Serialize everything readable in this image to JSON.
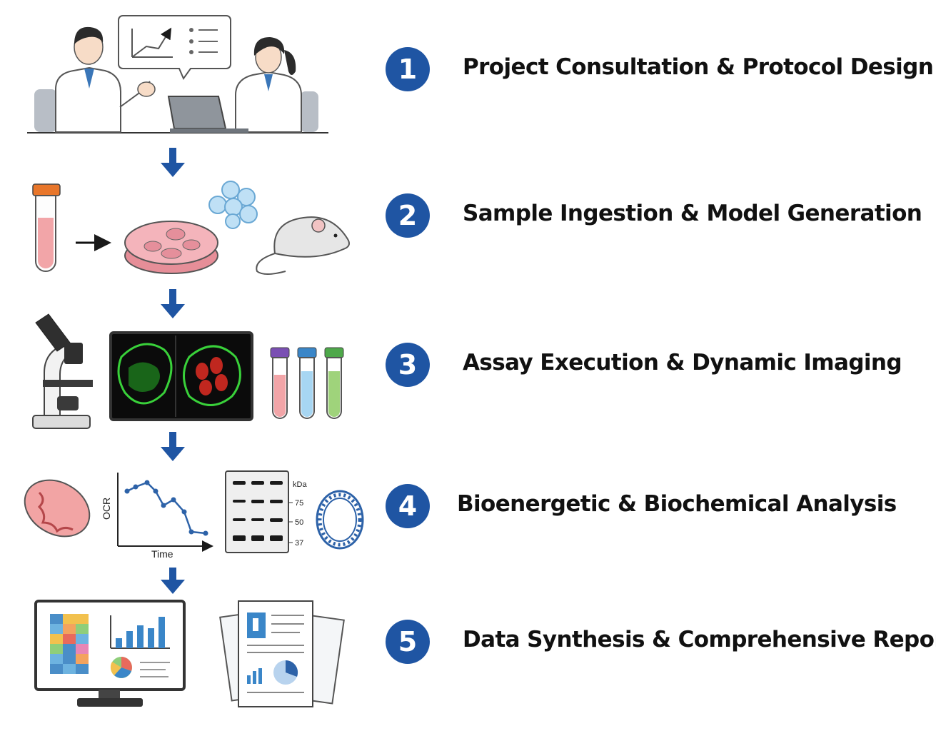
{
  "steps": [
    {
      "number": "1",
      "title": "Project Consultation & Protocol Design"
    },
    {
      "number": "2",
      "title": "Sample Ingestion & Model Generation"
    },
    {
      "number": "3",
      "title": "Assay Execution & Dynamic Imaging"
    },
    {
      "number": "4",
      "title": "Bioenergetic & Biochemical Analysis"
    },
    {
      "number": "5",
      "title": "Data Synthesis & Comprehensive Report"
    }
  ],
  "illustrations": {
    "ocr_chart": {
      "ylabel": "OCR",
      "xlabel": "Time"
    },
    "western_blot": {
      "unit": "kDa",
      "markers": [
        "75",
        "50",
        "37"
      ]
    }
  },
  "colors": {
    "accent": "#1f55a3",
    "arrow": "#1f55a3"
  }
}
